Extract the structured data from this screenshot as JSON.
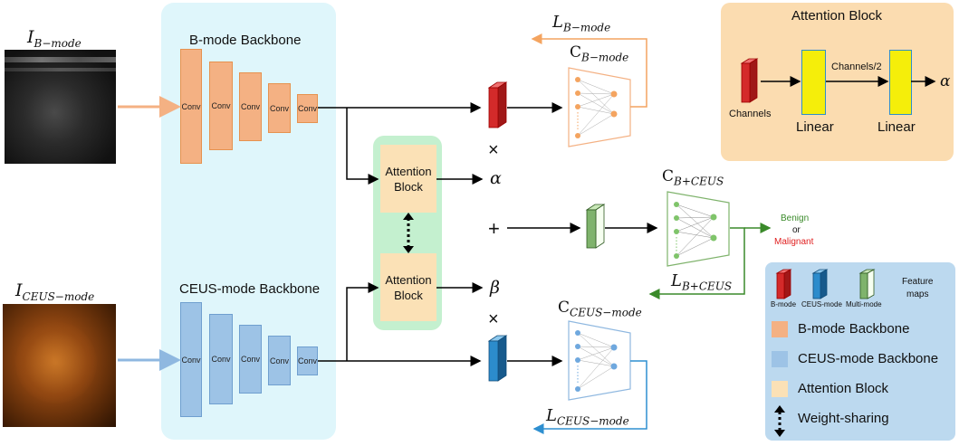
{
  "inputs": {
    "bmode_label": "I",
    "bmode_sub": "B−mode",
    "ceus_label": "I",
    "ceus_sub": "CEUS−mode"
  },
  "backbones": {
    "bmode_title": "B-mode Backbone",
    "ceus_title": "CEUS-mode Backbone",
    "conv_label": "Conv"
  },
  "attention": {
    "block_label_line1": "Attention",
    "block_label_line2": "Block",
    "alpha": "α",
    "beta": "β",
    "times": "×",
    "plus": "+"
  },
  "classifiers": {
    "c_bmode": "C",
    "c_bmode_sub": "B−mode",
    "c_fused": "C",
    "c_fused_sub": "B+CEUS",
    "c_ceus": "C",
    "c_ceus_sub": "CEUS−mode",
    "l_bmode": "L",
    "l_bmode_sub": "B−mode",
    "l_fused": "L",
    "l_fused_sub": "B+CEUS",
    "l_ceus": "L",
    "l_ceus_sub": "CEUS−mode"
  },
  "output": {
    "benign": "Benign",
    "or": "or",
    "malignant": "Malignant"
  },
  "attention_detail": {
    "title": "Attention Block",
    "channels": "Channels",
    "channels_half": "Channels/2",
    "linear1": "Linear",
    "linear2": "Linear",
    "alpha": "α"
  },
  "legend": {
    "bmode_feat": "B-mode",
    "ceus_feat": "CEUS-mode",
    "multi_feat": "Multi-mode",
    "feature_maps_1": "Feature",
    "feature_maps_2": "maps",
    "bmode_backbone": "B-mode Backbone",
    "ceus_backbone": "CEUS-mode Backbone",
    "attention_block": "Attention Block",
    "weight_sharing": "Weight-sharing"
  },
  "colors": {
    "bmode_conv": "#f4b183",
    "ceus_conv": "#9dc3e6",
    "backbone_bg": "#dff6fb",
    "attention_bg": "#c4f0cf",
    "attention_box": "#fbe1b6",
    "detail_bg": "#fbdcb0",
    "legend_bg": "#bcd9ef",
    "benign": "#3a8a2a",
    "malignant": "#e02020",
    "loss_bmode": "#f4a460",
    "loss_fused": "#3a8a2a",
    "loss_ceus": "#2e8fd0"
  }
}
